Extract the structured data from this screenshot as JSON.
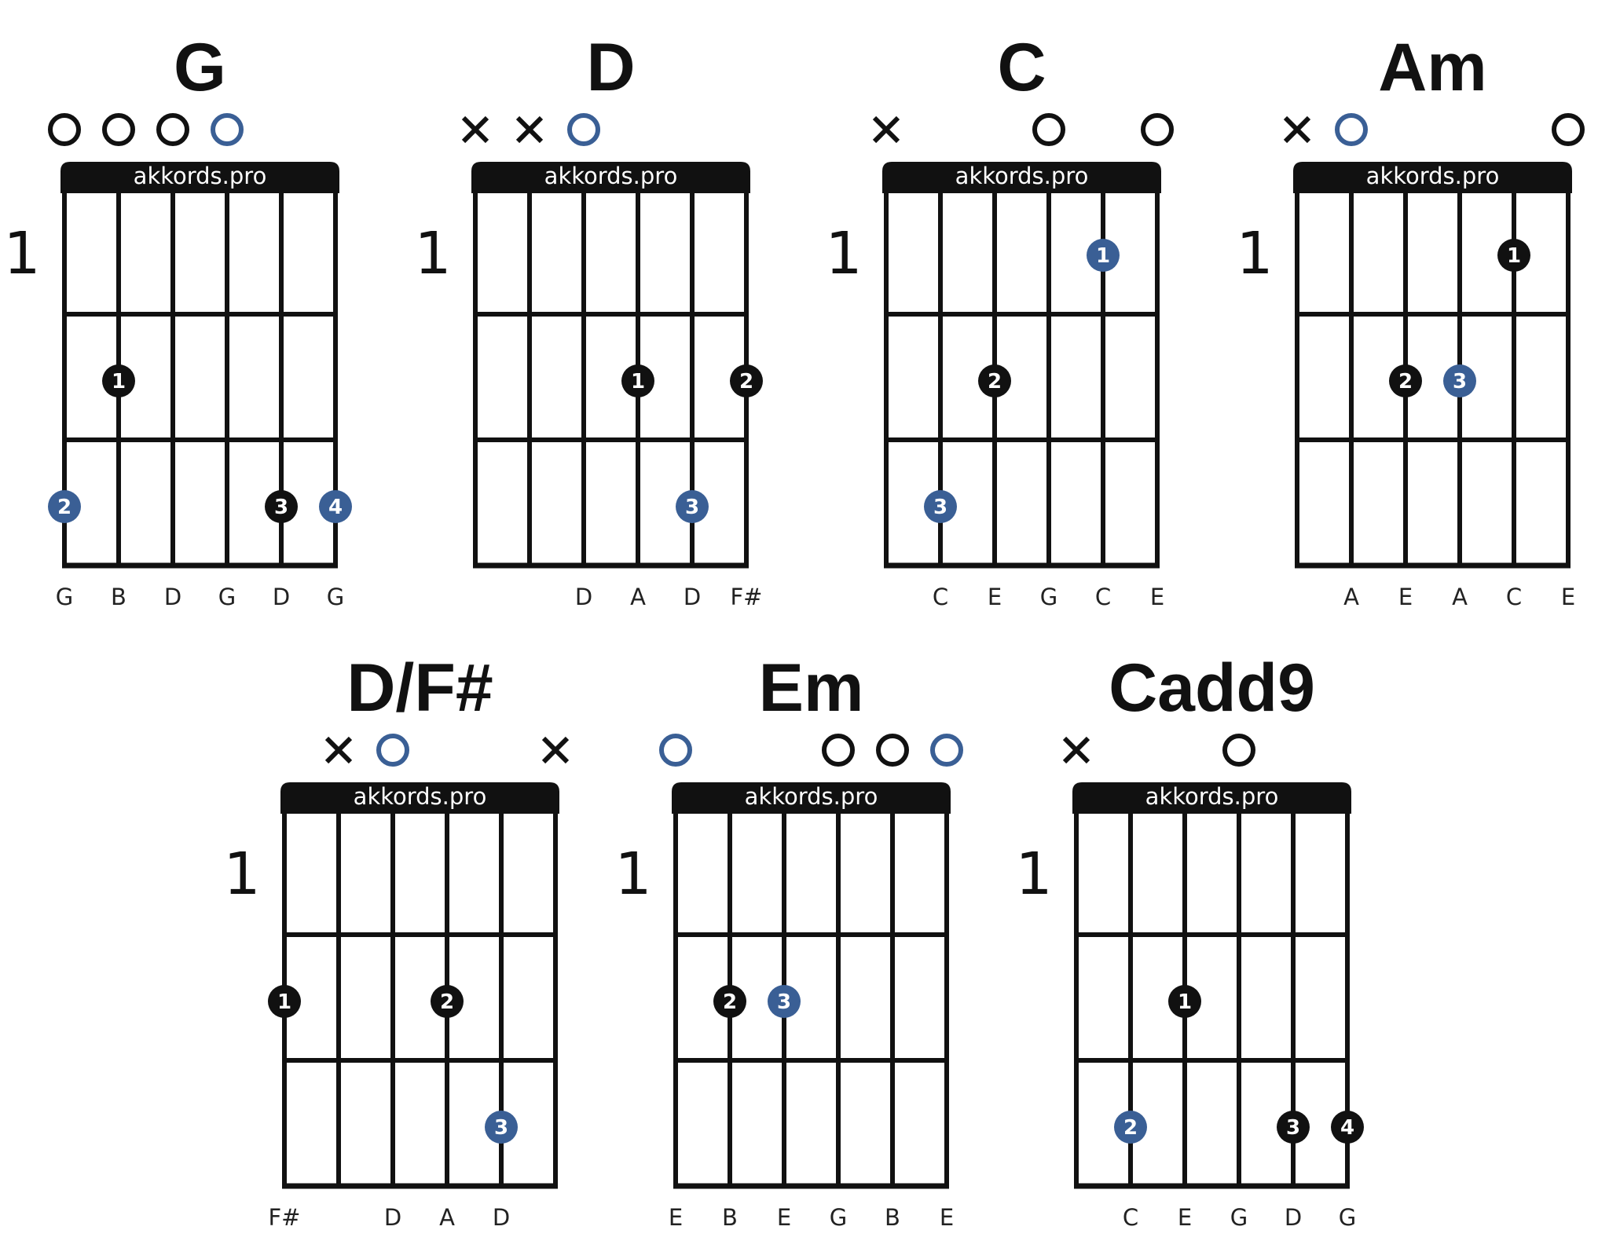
{
  "brand": "akkords.pro",
  "colors": {
    "black": "#111111",
    "blue": "#3a5f95"
  },
  "chords": [
    {
      "name": "G",
      "start_fret": "1",
      "strings": [
        "open",
        "open",
        "open",
        "open",
        "fretted",
        "fretted"
      ],
      "open_colors": [
        "black",
        "black",
        "black",
        "blue",
        "black",
        "black"
      ],
      "notes": [
        "G",
        "B",
        "D",
        "G",
        "D",
        "G"
      ],
      "dots": [
        {
          "string": 1,
          "fret": 3,
          "finger": "2",
          "color": "blue"
        },
        {
          "string": 2,
          "fret": 2,
          "finger": "1",
          "color": "black"
        },
        {
          "string": 5,
          "fret": 3,
          "finger": "3",
          "color": "black"
        },
        {
          "string": 6,
          "fret": 3,
          "finger": "4",
          "color": "blue"
        }
      ]
    },
    {
      "name": "D",
      "start_fret": "1",
      "strings": [
        "muted",
        "muted",
        "open",
        "fretted",
        "fretted",
        "fretted"
      ],
      "open_colors": [
        "black",
        "black",
        "blue",
        "black",
        "black",
        "black"
      ],
      "notes": [
        "",
        "",
        "D",
        "A",
        "D",
        "F#"
      ],
      "dots": [
        {
          "string": 4,
          "fret": 2,
          "finger": "1",
          "color": "black"
        },
        {
          "string": 6,
          "fret": 2,
          "finger": "2",
          "color": "black"
        },
        {
          "string": 5,
          "fret": 3,
          "finger": "3",
          "color": "blue"
        }
      ]
    },
    {
      "name": "C",
      "start_fret": "1",
      "strings": [
        "muted",
        "fretted",
        "fretted",
        "open",
        "fretted",
        "open"
      ],
      "open_colors": [
        "black",
        "black",
        "black",
        "black",
        "black",
        "black"
      ],
      "notes": [
        "",
        "C",
        "E",
        "G",
        "C",
        "E"
      ],
      "dots": [
        {
          "string": 5,
          "fret": 1,
          "finger": "1",
          "color": "blue"
        },
        {
          "string": 3,
          "fret": 2,
          "finger": "2",
          "color": "black"
        },
        {
          "string": 2,
          "fret": 3,
          "finger": "3",
          "color": "blue"
        }
      ]
    },
    {
      "name": "Am",
      "start_fret": "1",
      "strings": [
        "muted",
        "open",
        "fretted",
        "fretted",
        "fretted",
        "open"
      ],
      "open_colors": [
        "black",
        "blue",
        "black",
        "black",
        "black",
        "black"
      ],
      "notes": [
        "",
        "A",
        "E",
        "A",
        "C",
        "E"
      ],
      "dots": [
        {
          "string": 5,
          "fret": 1,
          "finger": "1",
          "color": "black"
        },
        {
          "string": 3,
          "fret": 2,
          "finger": "2",
          "color": "black"
        },
        {
          "string": 4,
          "fret": 2,
          "finger": "3",
          "color": "blue"
        }
      ]
    },
    {
      "name": "D/F#",
      "start_fret": "1",
      "strings": [
        "fretted",
        "muted",
        "open",
        "fretted",
        "fretted",
        "muted"
      ],
      "open_colors": [
        "black",
        "black",
        "blue",
        "black",
        "black",
        "black"
      ],
      "notes": [
        "F#",
        "",
        "D",
        "A",
        "D",
        ""
      ],
      "dots": [
        {
          "string": 1,
          "fret": 2,
          "finger": "1",
          "color": "black"
        },
        {
          "string": 4,
          "fret": 2,
          "finger": "2",
          "color": "black"
        },
        {
          "string": 5,
          "fret": 3,
          "finger": "3",
          "color": "blue"
        }
      ]
    },
    {
      "name": "Em",
      "start_fret": "1",
      "strings": [
        "open",
        "fretted",
        "fretted",
        "open",
        "open",
        "open"
      ],
      "open_colors": [
        "blue",
        "black",
        "black",
        "black",
        "black",
        "blue"
      ],
      "notes": [
        "E",
        "B",
        "E",
        "G",
        "B",
        "E"
      ],
      "dots": [
        {
          "string": 2,
          "fret": 2,
          "finger": "2",
          "color": "black"
        },
        {
          "string": 3,
          "fret": 2,
          "finger": "3",
          "color": "blue"
        }
      ]
    },
    {
      "name": "Cadd9",
      "start_fret": "1",
      "strings": [
        "muted",
        "fretted",
        "fretted",
        "open",
        "fretted",
        "fretted"
      ],
      "open_colors": [
        "black",
        "black",
        "black",
        "black",
        "black",
        "black"
      ],
      "notes": [
        "",
        "C",
        "E",
        "G",
        "D",
        "G"
      ],
      "dots": [
        {
          "string": 3,
          "fret": 2,
          "finger": "1",
          "color": "black"
        },
        {
          "string": 2,
          "fret": 3,
          "finger": "2",
          "color": "blue"
        },
        {
          "string": 5,
          "fret": 3,
          "finger": "3",
          "color": "black"
        },
        {
          "string": 6,
          "fret": 3,
          "finger": "4",
          "color": "black"
        }
      ]
    }
  ]
}
